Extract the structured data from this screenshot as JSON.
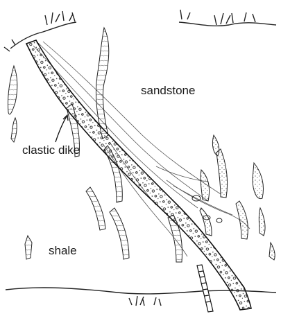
{
  "labels": {
    "sandstone": "sandstone",
    "clastic_dike": "clastic dike",
    "shale": "shale"
  }
}
